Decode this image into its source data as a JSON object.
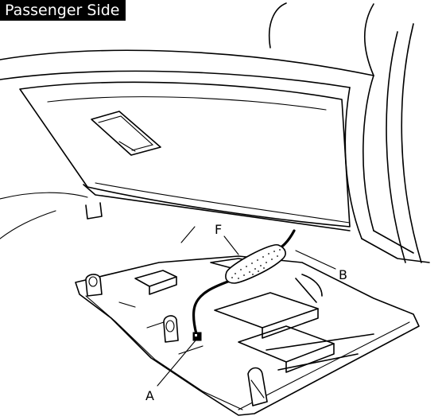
{
  "header": {
    "title": "Passenger Side"
  },
  "callouts": {
    "a": "A",
    "b": "B",
    "f": "F"
  }
}
